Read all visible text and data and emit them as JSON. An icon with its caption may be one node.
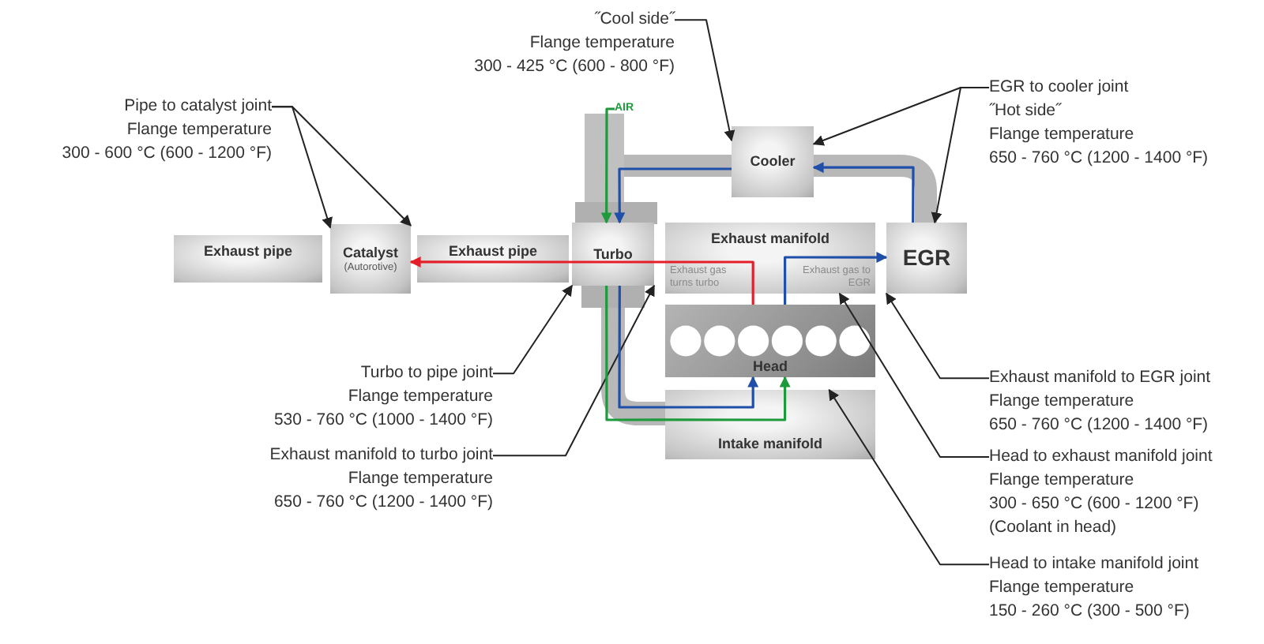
{
  "diagram": {
    "nodes": [
      {
        "text": [
          "Pipe to catalyst joint",
          "Flange temperature",
          "300 - 600 °C (600 - 1200 °F)"
        ]
      },
      {
        "text": [
          "˝Cool side˝",
          "Flange temperature",
          "300 - 425 °C (600 - 800 °F)"
        ]
      },
      {
        "text": [
          "EGR to cooler joint",
          "˝Hot side˝",
          "Flange temperature",
          "650 - 760 °C (1200 - 1400 °F)"
        ]
      },
      {
        "text": [
          "Exhaust pipe"
        ]
      },
      {
        "text": [
          "Catalyst",
          "(Autorotive)"
        ]
      },
      {
        "text": [
          "Exhaust pipe"
        ]
      },
      {
        "text": [
          "Turbo"
        ]
      },
      {
        "text": [
          "AIR"
        ]
      },
      {
        "text": [
          "Cooler"
        ]
      },
      {
        "text": [
          "Exhaust manifold",
          "Exhaust gas turns turbo",
          "Exhaust gas to EGR"
        ]
      },
      {
        "text": [
          "EGR"
        ]
      },
      {
        "text": [
          "Head"
        ]
      },
      {
        "text": [
          "Intake manifold"
        ]
      },
      {
        "text": [
          "Turbo to pipe joint",
          "Flange temperature",
          "530 - 760 °C (1000 - 1400 °F)"
        ]
      },
      {
        "text": [
          "Exhaust manifold to turbo joint",
          "Flange temperature",
          "650 - 760 °C (1200 - 1400 °F)"
        ]
      },
      {
        "text": [
          "Exhaust manifold to EGR joint",
          "Flange temperature",
          "650 - 760 °C (1200 - 1400 °F)"
        ]
      },
      {
        "text": [
          "Head to exhaust manifold joint",
          "Flange temperature",
          "300 - 650 °C (600 - 1200 °F)",
          "(Coolant in head)"
        ]
      },
      {
        "text": [
          "Head to intake manifold joint",
          "Flange temperature",
          "150 - 260 °C (300 - 500 °F)"
        ]
      }
    ],
    "edges": [
      {
        "from": 0,
        "to": 4,
        "arrow": "to"
      },
      {
        "from": 0,
        "to": 4,
        "arrow": "to"
      },
      {
        "from": 1,
        "to": 8,
        "arrow": "to"
      },
      {
        "from": 2,
        "to": 8,
        "arrow": "to"
      },
      {
        "from": 2,
        "to": 10,
        "arrow": "to"
      },
      {
        "from": 13,
        "to": 6,
        "arrow": "to"
      },
      {
        "from": 14,
        "to": 6,
        "arrow": "to"
      },
      {
        "from": 15,
        "to": 10,
        "arrow": "to"
      },
      {
        "from": 16,
        "to": 9,
        "arrow": "to"
      },
      {
        "from": 17,
        "to": 12,
        "arrow": "to"
      },
      {
        "from": 11,
        "to": 9,
        "arrow": "none",
        "color": "#e3202a"
      },
      {
        "from": 9,
        "to": 6,
        "arrow": "none",
        "color": "#e3202a"
      },
      {
        "from": 6,
        "to": 5,
        "arrow": "none",
        "color": "#e3202a"
      },
      {
        "from": 5,
        "to": 4,
        "arrow": "to",
        "color": "#e3202a"
      },
      {
        "from": 11,
        "to": 9,
        "arrow": "none",
        "color": "#1f4fa8"
      },
      {
        "from": 9,
        "to": 10,
        "arrow": "to",
        "color": "#1f4fa8"
      },
      {
        "from": 10,
        "to": 8,
        "arrow": "to",
        "color": "#1f4fa8"
      },
      {
        "from": 8,
        "to": 6,
        "arrow": "to",
        "color": "#1f4fa8"
      },
      {
        "from": 6,
        "to": 12,
        "arrow": "none",
        "color": "#1f4fa8"
      },
      {
        "from": 12,
        "to": 11,
        "arrow": "to",
        "color": "#1f4fa8"
      },
      {
        "from": 7,
        "to": 6,
        "arrow": "to",
        "color": "#1e9a3c"
      },
      {
        "from": 6,
        "to": 12,
        "arrow": "none",
        "color": "#1e9a3c"
      },
      {
        "from": 12,
        "to": 11,
        "arrow": "to",
        "color": "#1e9a3c"
      }
    ]
  }
}
